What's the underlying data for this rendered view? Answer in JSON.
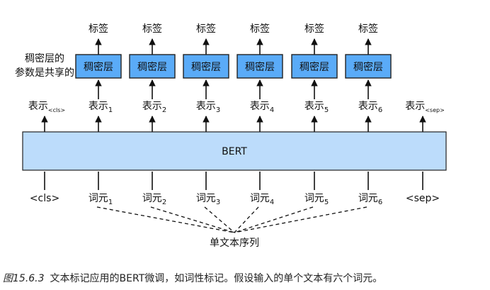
{
  "diagram": {
    "tags": [
      "标签",
      "标签",
      "标签",
      "标签",
      "标签",
      "标签"
    ],
    "dense_layers": [
      "稠密层",
      "稠密层",
      "稠密层",
      "稠密层",
      "稠密层",
      "稠密层"
    ],
    "shared_note": [
      "稠密层的",
      "参数是共享的"
    ],
    "representations": [
      {
        "base": "表示",
        "sub": "<cls>"
      },
      {
        "base": "表示",
        "sub": "1"
      },
      {
        "base": "表示",
        "sub": "2"
      },
      {
        "base": "表示",
        "sub": "3"
      },
      {
        "base": "表示",
        "sub": "4"
      },
      {
        "base": "表示",
        "sub": "5"
      },
      {
        "base": "表示",
        "sub": "6"
      },
      {
        "base": "表示",
        "sub": "<sep>"
      }
    ],
    "model_label": "BERT",
    "inputs": [
      {
        "base": "<cls>",
        "sub": ""
      },
      {
        "base": "词元",
        "sub": "1"
      },
      {
        "base": "词元",
        "sub": "2"
      },
      {
        "base": "词元",
        "sub": "3"
      },
      {
        "base": "词元",
        "sub": "4"
      },
      {
        "base": "词元",
        "sub": "5"
      },
      {
        "base": "词元",
        "sub": "6"
      },
      {
        "base": "<sep>",
        "sub": ""
      }
    ],
    "sequence_label": "单文本序列",
    "colors": {
      "bert_fill": "#bcdcfb",
      "dense_fill": "#5aabf8",
      "border": "#222222"
    }
  },
  "caption": {
    "number": "图15.6.3",
    "text": "文本标记应用的BERT微调，如词性标记。假设输入的单个文本有六个词元。"
  }
}
